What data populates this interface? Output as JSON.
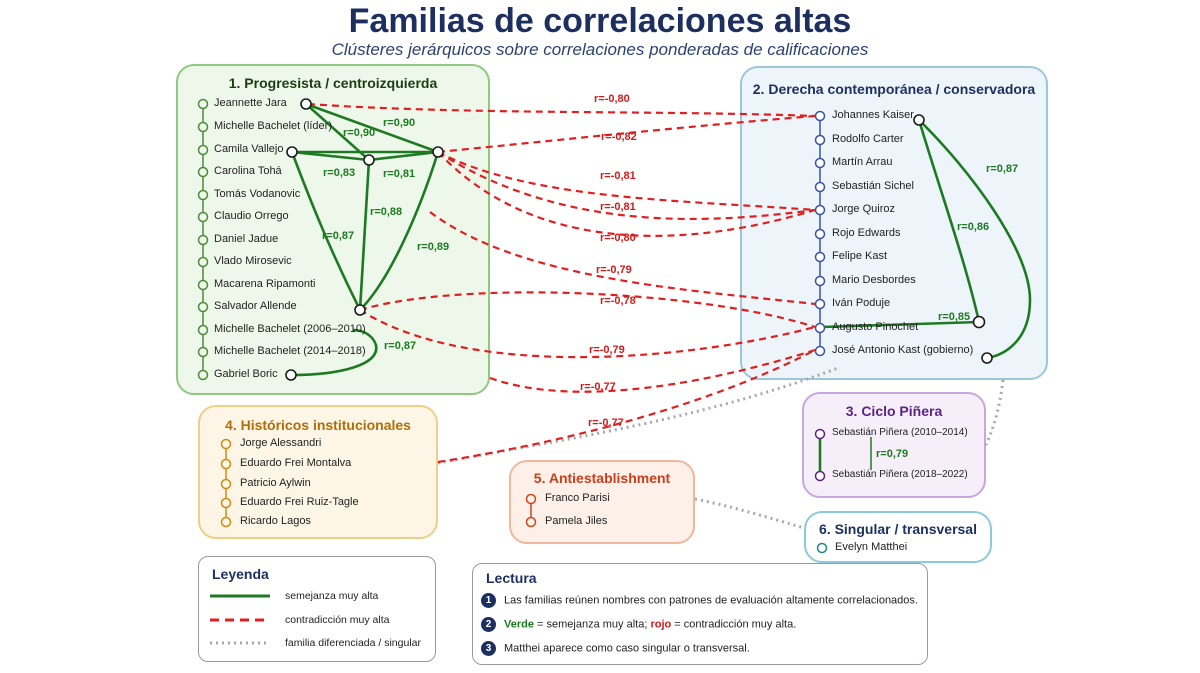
{
  "title": "Familias de correlaciones altas",
  "subtitle": "Clústeres jerárquicos sobre correlaciones ponderadas de calificaciones",
  "colors": {
    "green": "#1e7a22",
    "red": "#e02020",
    "blue": "#2d4aa0",
    "purple": "#6a2c91",
    "orange": "#d48a10",
    "teal": "#1f8a8a",
    "gray": "#a8a8a8"
  },
  "families": {
    "progresista": {
      "title": "1. Progresista / centroizquierda",
      "members": [
        "Jeannette Jara",
        "Michelle Bachelet (líder)",
        "Camila Vallejo",
        "Carolina Tohá",
        "Tomás Vodanovic",
        "Claudio Orrego",
        "Daniel Jadue",
        "Vlado Mirosevic",
        "Macarena Ripamonti",
        "Salvador Allende",
        "Michelle Bachelet (2006–2010)",
        "Michelle Bachelet (2014–2018)",
        "Gabriel Boric"
      ]
    },
    "derecha": {
      "title": "2. Derecha contemporánea / conservadora",
      "members": [
        "Johannes Kaiser",
        "Rodolfo Carter",
        "Martín Arrau",
        "Sebastián Sichel",
        "Jorge Quiroz",
        "Rojo Edwards",
        "Felipe Kast",
        "Mario Desbordes",
        "Iván Poduje",
        "Augusto Pinochet",
        "José Antonio Kast (gobierno)"
      ]
    },
    "pinera": {
      "title": "3. Ciclo Piñera",
      "members": [
        "Sebastián Piñera (2010–2014)",
        "Sebastián Piñera (2018–2022)"
      ]
    },
    "historicos": {
      "title": "4. Históricos institucionales",
      "members": [
        "Jorge Alessandri",
        "Eduardo Frei Montalva",
        "Patricio Aylwin",
        "Eduardo Frei Ruiz-Tagle",
        "Ricardo Lagos"
      ]
    },
    "antiestablishment": {
      "title": "5. Antiestablishment",
      "members": [
        "Franco Parisi",
        "Pamela Jiles"
      ]
    },
    "singular": {
      "title": "6. Singular / transversal",
      "members": [
        "Evelyn Matthei"
      ]
    }
  },
  "green_links": [
    {
      "label": "r=0,90",
      "value": 0.9
    },
    {
      "label": "r=0,90",
      "value": 0.9
    },
    {
      "label": "r=0,83",
      "value": 0.83
    },
    {
      "label": "r=0,81",
      "value": 0.81
    },
    {
      "label": "r=0,88",
      "value": 0.88
    },
    {
      "label": "r=0,87",
      "value": 0.87
    },
    {
      "label": "r=0,89",
      "value": 0.89
    },
    {
      "label": "r=0,87",
      "value": 0.87
    },
    {
      "label": "r=0,87",
      "value": 0.87
    },
    {
      "label": "r=0,86",
      "value": 0.86
    },
    {
      "label": "r=0,85",
      "value": 0.85
    },
    {
      "label": "r=0,79",
      "value": 0.79
    }
  ],
  "red_links": [
    {
      "label": "r=-0,80",
      "value": -0.8
    },
    {
      "label": "r=-0,82",
      "value": -0.82
    },
    {
      "label": "r=-0,81",
      "value": -0.81
    },
    {
      "label": "r=-0,81",
      "value": -0.81
    },
    {
      "label": "r=-0,80",
      "value": -0.8
    },
    {
      "label": "r=-0,79",
      "value": -0.79
    },
    {
      "label": "r=-0,78",
      "value": -0.78
    },
    {
      "label": "r=-0,79",
      "value": -0.79
    },
    {
      "label": "r=-0,77",
      "value": -0.77
    },
    {
      "label": "r=-0,77",
      "value": -0.77
    }
  ],
  "legend": {
    "title": "Leyenda",
    "items": [
      "semejanza muy alta",
      "contradicción muy alta",
      "familia diferenciada / singular"
    ]
  },
  "lectura": {
    "title": "Lectura",
    "item1": "Las familias reúnen nombres con patrones de evaluación altamente correlacionados.",
    "item2_a": "Verde",
    "item2_b": " = semejanza muy alta; ",
    "item2_c": "rojo",
    "item2_d": " = contradicción muy alta.",
    "item3": "Matthei aparece como caso singular o transversal."
  }
}
